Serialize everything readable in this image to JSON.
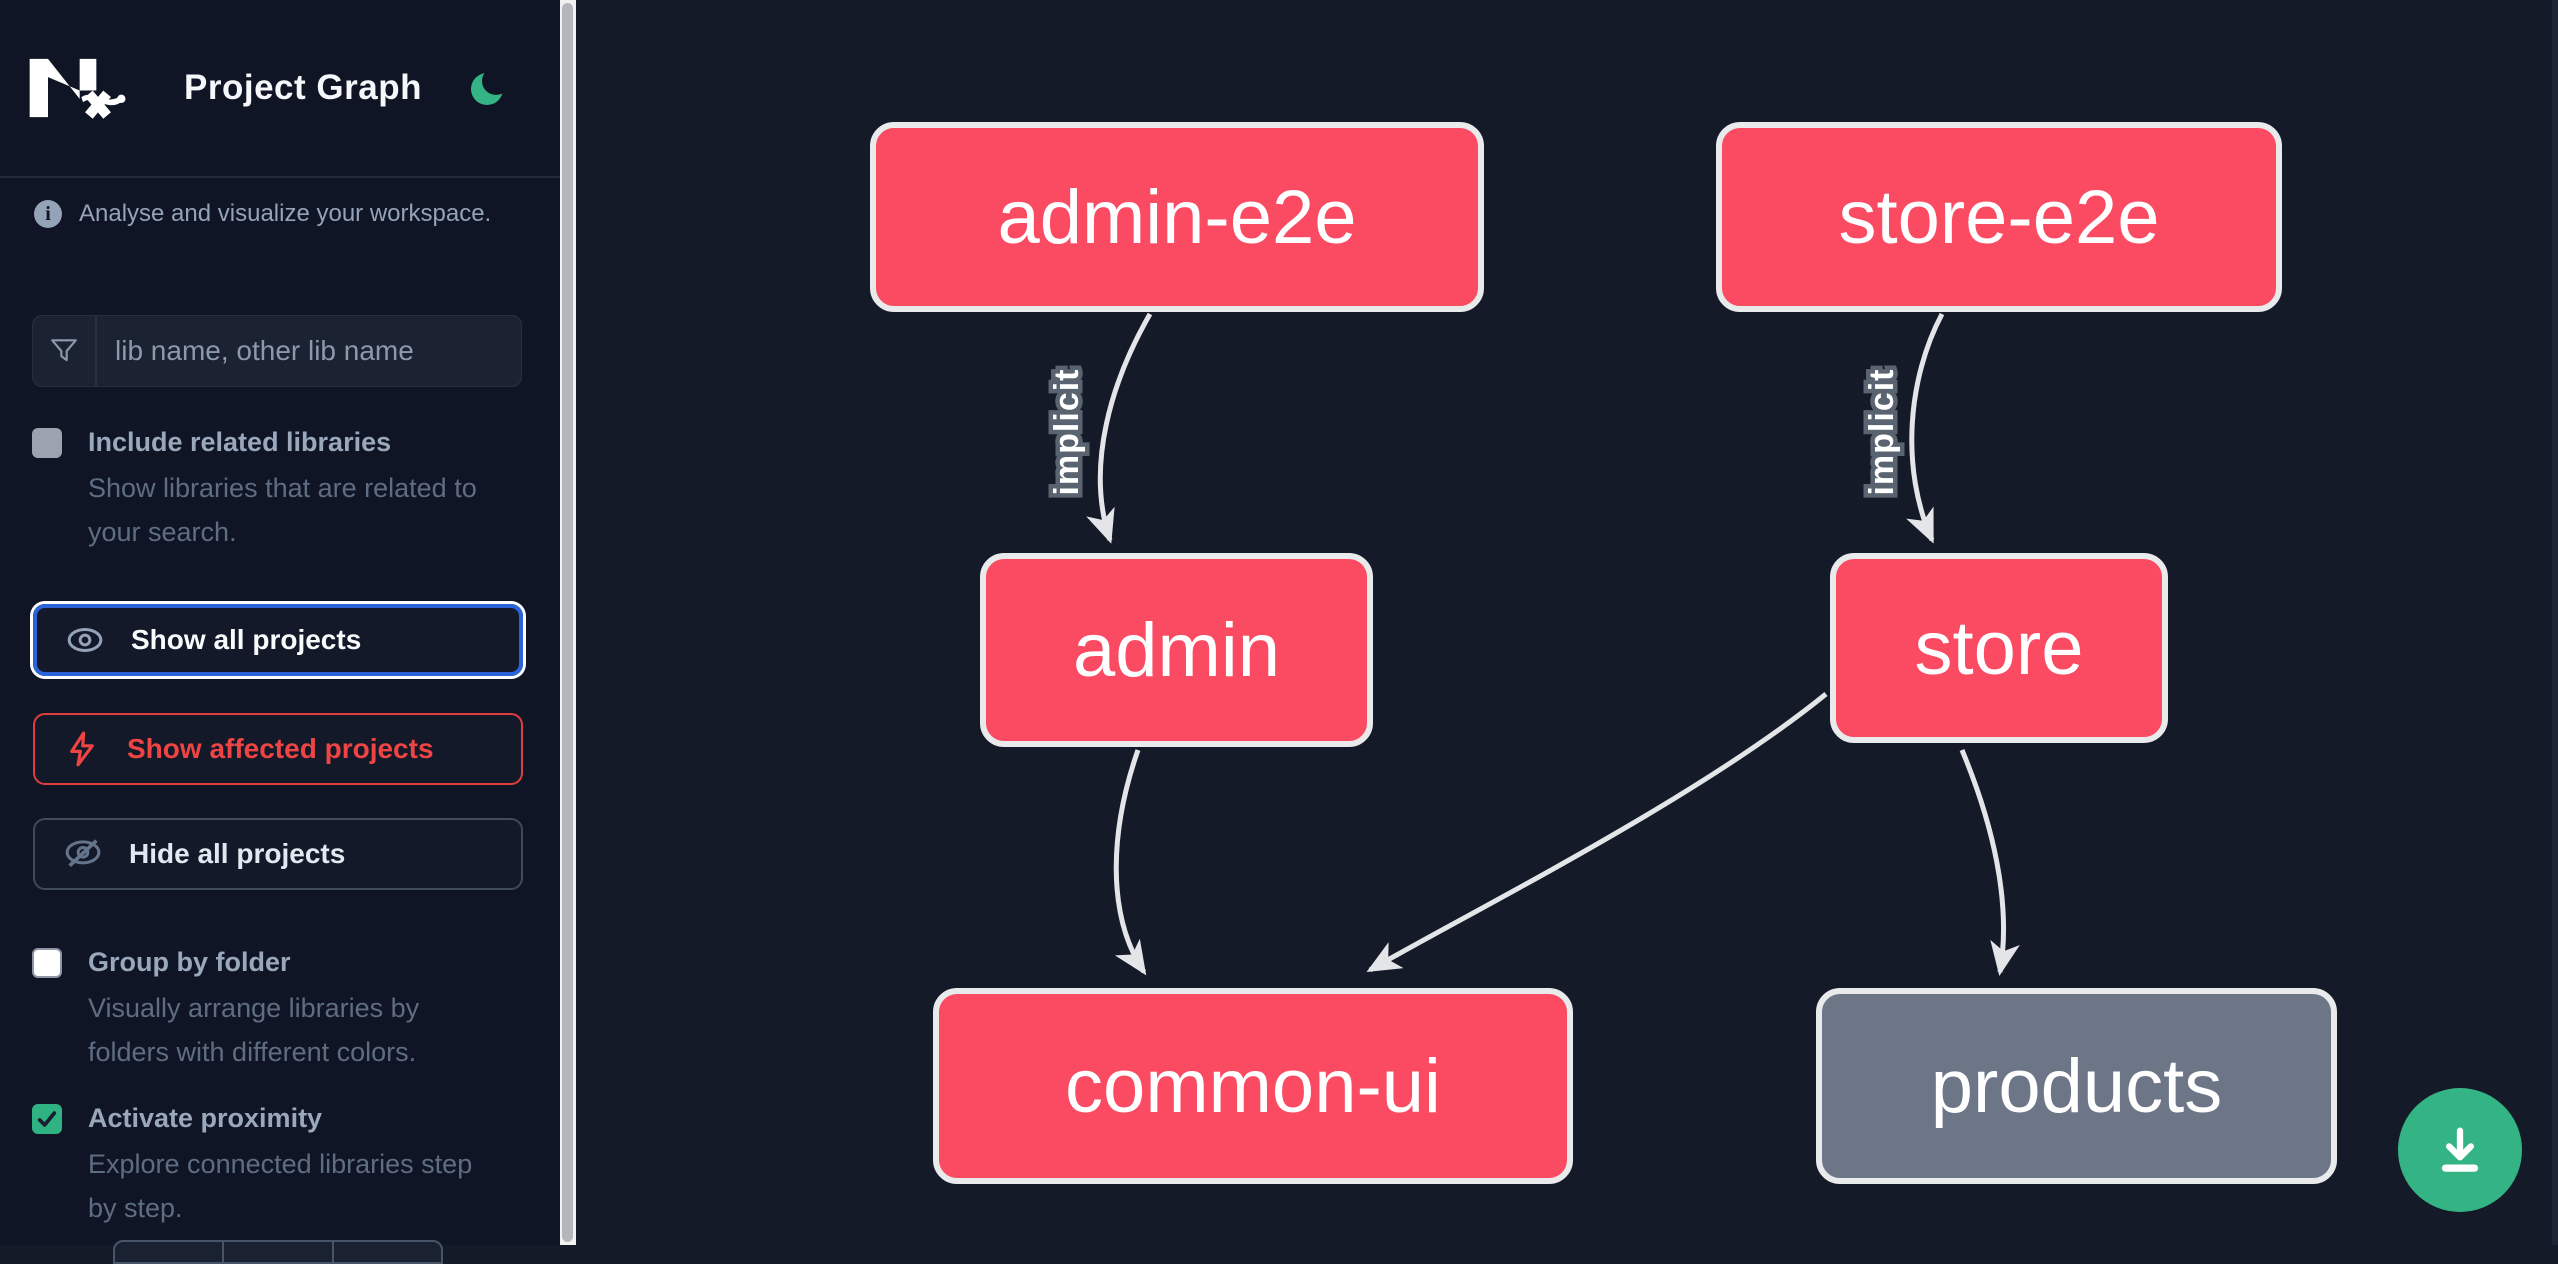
{
  "app": {
    "logo": "Nx",
    "title": "Project Graph",
    "theme_toggle": "dark-mode-moon"
  },
  "sidebar": {
    "info_text": "Analyse and visualize your workspace.",
    "search": {
      "placeholder": "lib name, other lib name",
      "value": ""
    },
    "toggles": [
      {
        "label": "Include related libraries",
        "description": "Show libraries that are related to your search.",
        "checked": false,
        "style": "gray"
      },
      {
        "label": "Group by folder",
        "description": "Visually arrange libraries by folders with different colors.",
        "checked": false,
        "style": "white"
      },
      {
        "label": "Activate proximity",
        "description": "Explore connected libraries step by step.",
        "checked": true,
        "style": "green"
      }
    ],
    "buttons": [
      {
        "label": "Show all projects",
        "state": "focused",
        "icon": "eye"
      },
      {
        "label": "Show affected projects",
        "state": "affected",
        "icon": "bolt"
      },
      {
        "label": "Hide all projects",
        "state": "default",
        "icon": "eye-off"
      }
    ]
  },
  "graph": {
    "nodes": [
      {
        "id": "admin-e2e",
        "label": "admin-e2e",
        "type": "affected"
      },
      {
        "id": "store-e2e",
        "label": "store-e2e",
        "type": "affected"
      },
      {
        "id": "admin",
        "label": "admin",
        "type": "affected"
      },
      {
        "id": "store",
        "label": "store",
        "type": "affected"
      },
      {
        "id": "common-ui",
        "label": "common-ui",
        "type": "affected"
      },
      {
        "id": "products",
        "label": "products",
        "type": "normal"
      }
    ],
    "edges": [
      {
        "source": "admin-e2e",
        "target": "admin",
        "label": "implicit"
      },
      {
        "source": "store-e2e",
        "target": "store",
        "label": "implicit"
      },
      {
        "source": "admin",
        "target": "common-ui",
        "label": ""
      },
      {
        "source": "store",
        "target": "common-ui",
        "label": ""
      },
      {
        "source": "store",
        "target": "products",
        "label": ""
      }
    ]
  },
  "fab": {
    "action": "download-graph-image"
  },
  "colors": {
    "affected_node": "#fb4b63",
    "normal_node": "#6c7686",
    "node_border": "#e9eaec",
    "edge": "#e4e5e8",
    "accent_green": "#34b485",
    "focus_ring_blue": "#2b63d9",
    "affected_red": "#ef4444",
    "sidebar_bg": "#0f1524",
    "canvas_bg": "#141a28"
  }
}
